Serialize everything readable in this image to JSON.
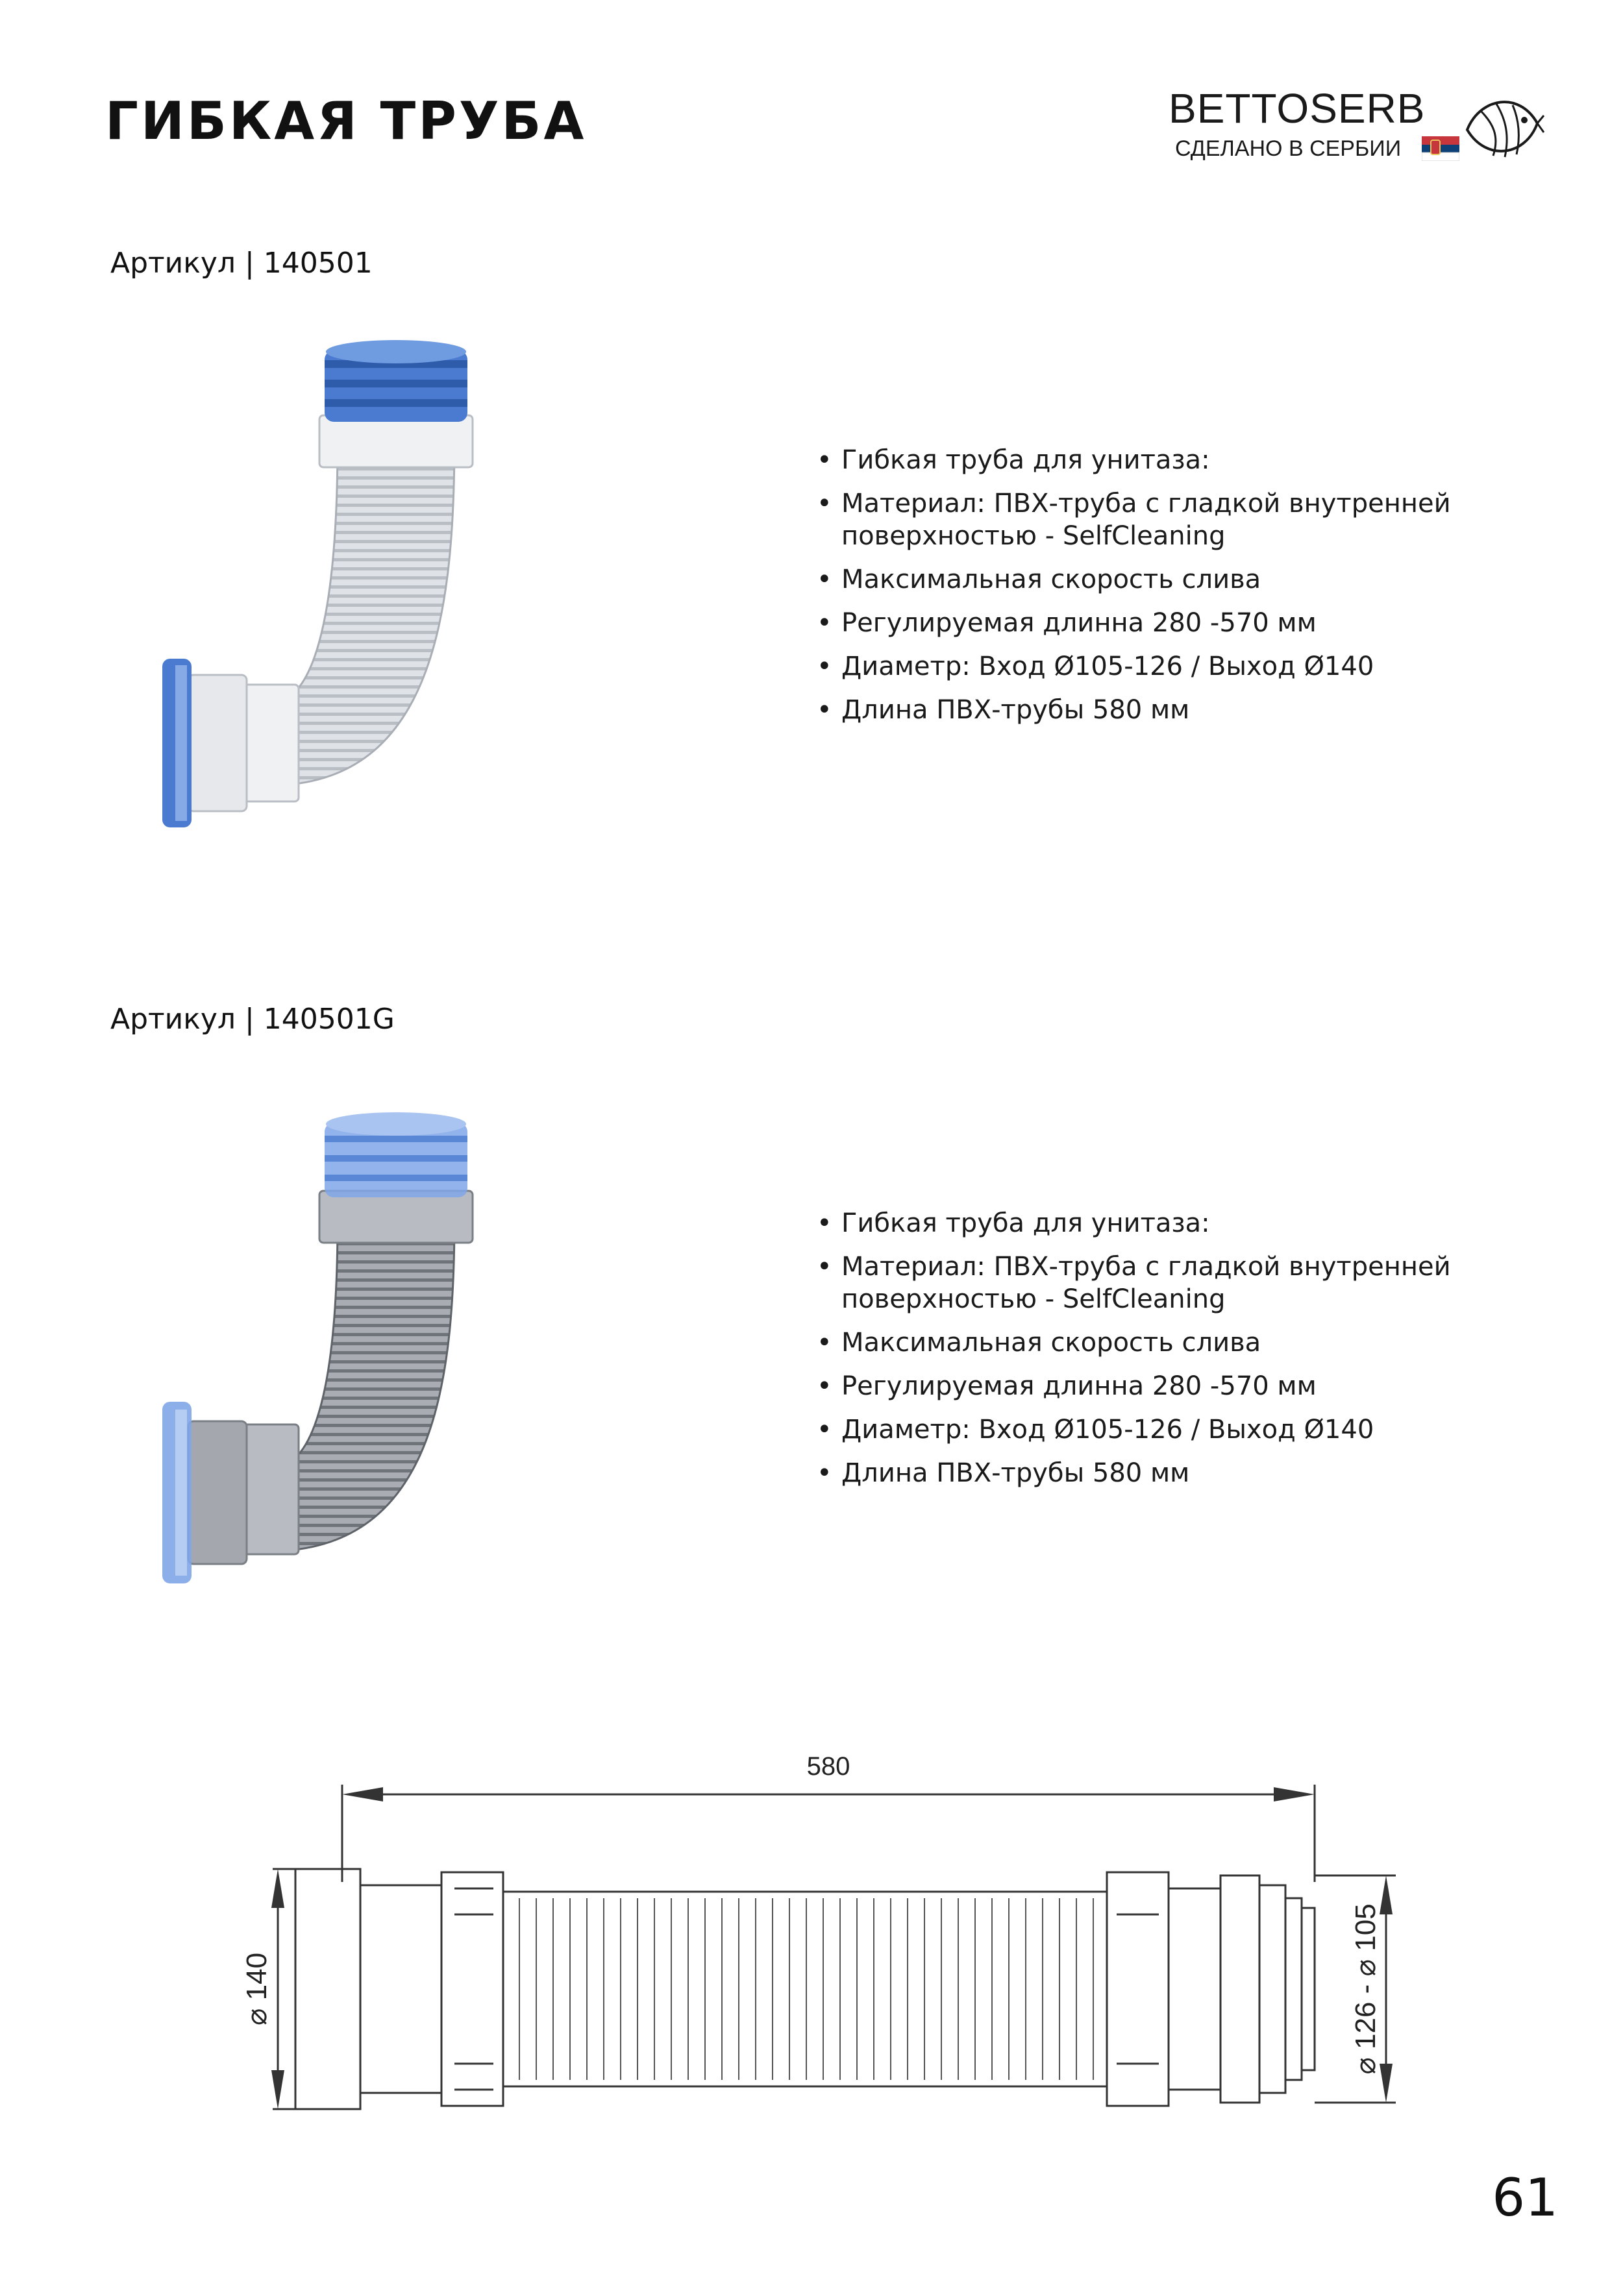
{
  "page": {
    "title": "ГИБКАЯ ТРУБА",
    "number": "61"
  },
  "brand": {
    "name": "BETTOSERB",
    "tagline": "СДЕЛАНО В СЕРБИИ"
  },
  "products": [
    {
      "article": "Артикул | 140501",
      "color": "#dcdfe3",
      "features": [
        "Гибкая труба для унитаза:",
        "Материал: ПВХ-труба с гладкой внутренней поверхностью - SelfCleaning",
        "Максимальная скорость слива",
        "Регулируемая длинна 280 -570 мм",
        "Диаметр: Вход Ø105-126 / Выход Ø140",
        "Длина ПВХ-трубы 580 мм"
      ]
    },
    {
      "article": "Артикул | 140501G",
      "color": "#9ea3aa",
      "features": [
        "Гибкая труба для унитаза:",
        "Материал: ПВХ-труба с гладкой внутренней поверхностью - SelfCleaning",
        "Максимальная скорость слива",
        "Регулируемая длинна 280 -570 мм",
        "Диаметр: Вход Ø105-126 / Выход Ø140",
        "Длина ПВХ-трубы 580 мм"
      ]
    }
  ],
  "drawing": {
    "length": "580",
    "outlet_diameter": "⌀ 140",
    "inlet_diameter": "⌀ 126 - ⌀ 105"
  },
  "colors": {
    "seal_blue": "#3f6fc4",
    "seal_blue_light": "#8fb2ea",
    "line": "#333333"
  }
}
